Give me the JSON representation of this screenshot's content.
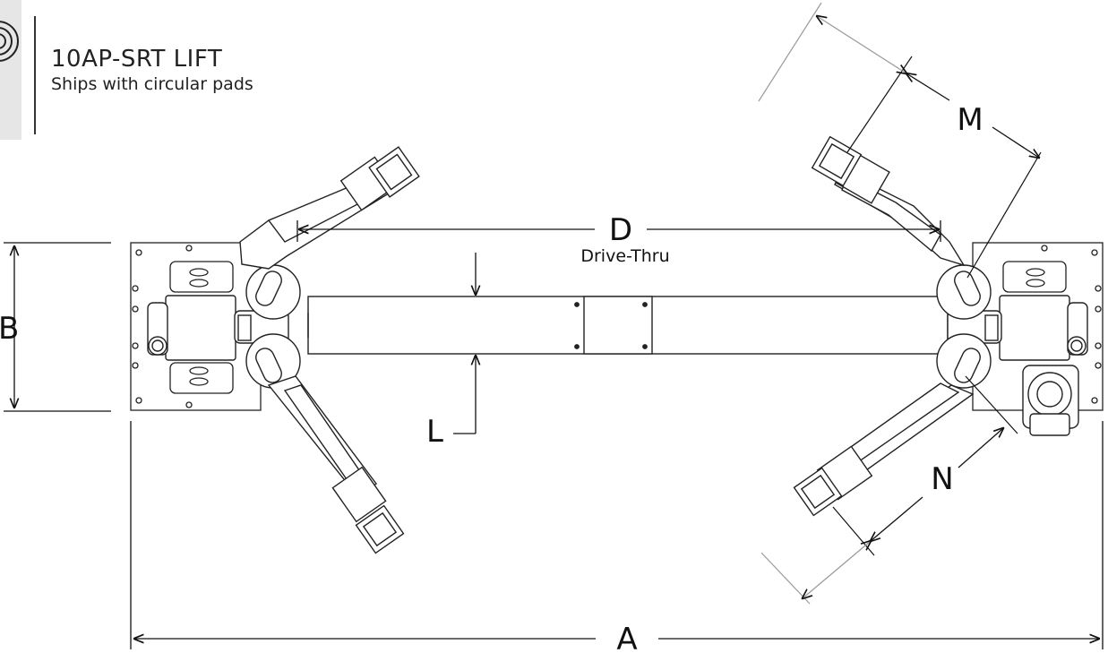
{
  "header": {
    "model": "10AP-SRT LIFT",
    "subtitle": "Ships with circular pads",
    "icon": "circular-pad-icon"
  },
  "dimensions": {
    "A": "A",
    "B": "B",
    "D": "D",
    "D_caption": "Drive-Thru",
    "L": "L",
    "M": "M",
    "N": "N"
  },
  "colors": {
    "line": "#111111",
    "leader": "#9a9a9a",
    "panel": "#e6e6e6"
  }
}
